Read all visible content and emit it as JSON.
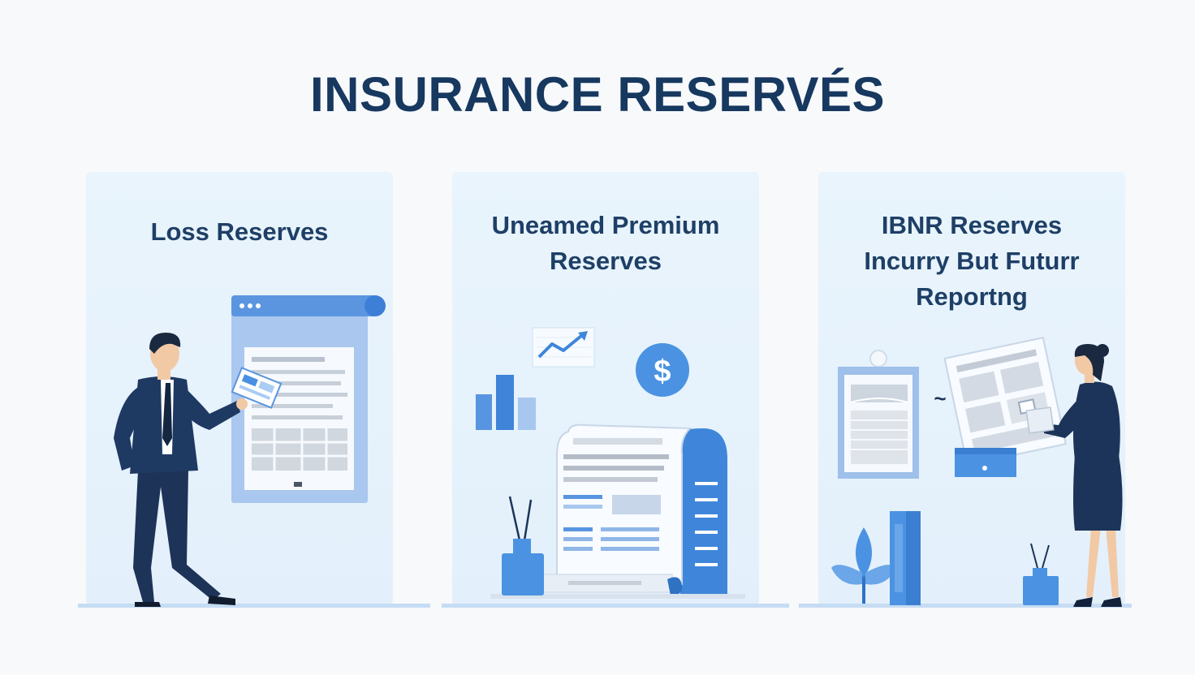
{
  "title": "INSURANCE RESERVÉS",
  "panels": [
    {
      "id": "loss",
      "title_lines": [
        "Loss Reserves"
      ],
      "illustration": "businessman-presenting-document"
    },
    {
      "id": "unearned",
      "title_lines": [
        "Uneamed Premium",
        "Reserves"
      ],
      "illustration": "charts-and-scroll"
    },
    {
      "id": "ibnr",
      "title_lines": [
        "IBNR Reserves",
        "Incurry But Futurr",
        "Reportng"
      ],
      "illustration": "businesswoman-with-documents"
    }
  ],
  "icons": {
    "dollar_glyph": "$",
    "wave_glyph": "~"
  },
  "colors": {
    "title": "#17385f",
    "navy": "#1c3459",
    "accent_blue": "#4a90e2",
    "light_blue": "#a9cdf3",
    "panel_bg": "#e6f2fc"
  }
}
